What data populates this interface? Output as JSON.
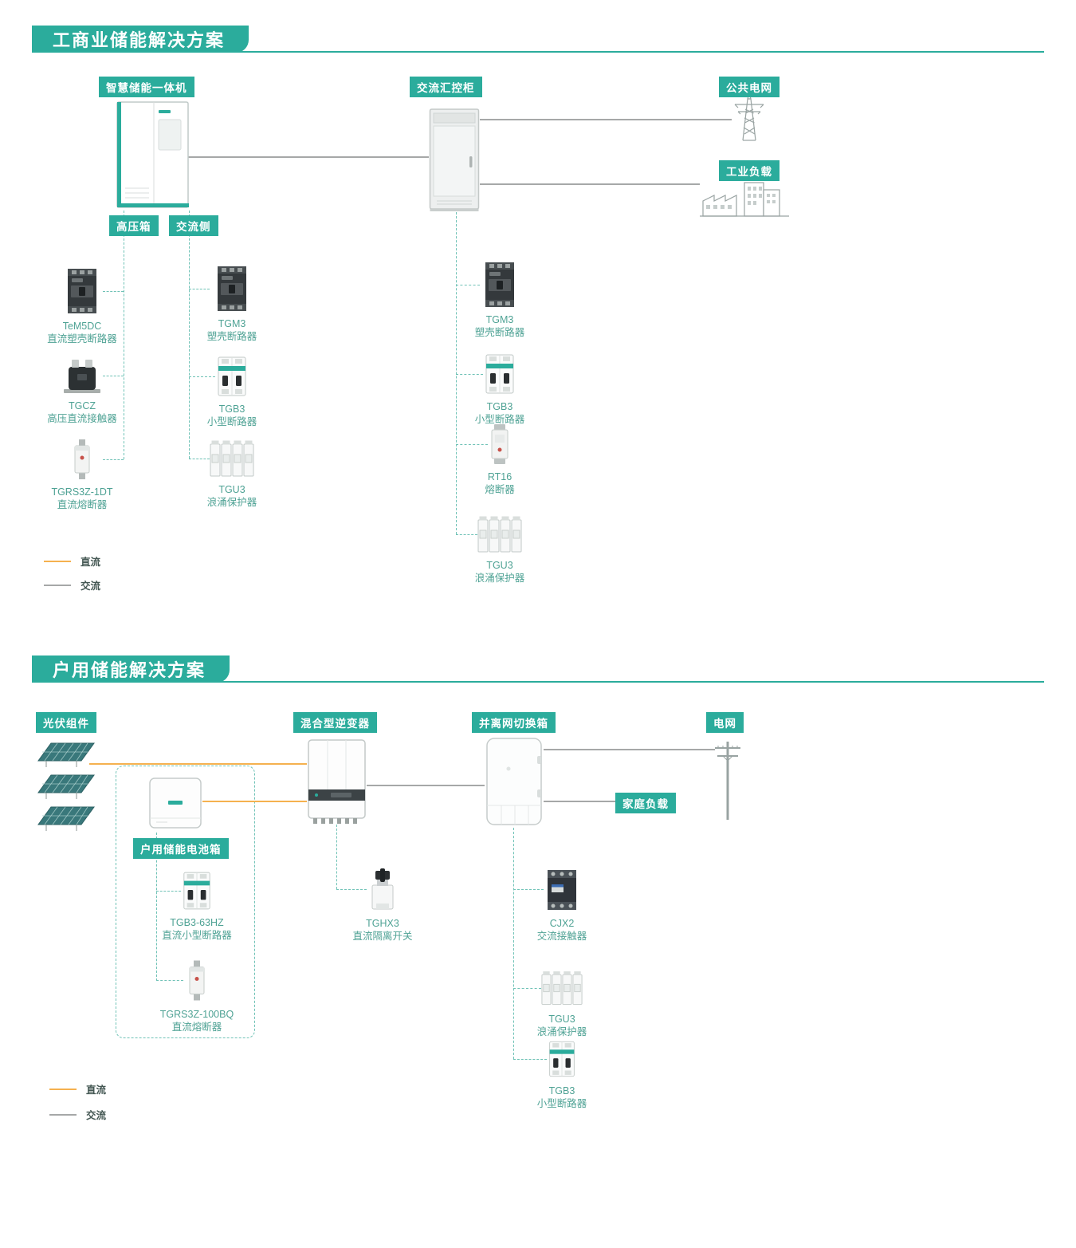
{
  "colors": {
    "teal": "#2BAC9C",
    "dc_line": "#F5B14F",
    "ac_line": "#A6A8A8",
    "product_text": "#4EA294"
  },
  "s1": {
    "title": "工商业储能解决方案",
    "chips": {
      "ess": "智慧储能一体机",
      "ac_cabinet": "交流汇控柜",
      "public_grid": "公共电网",
      "industry_load": "工业负载",
      "hv_box": "高压箱",
      "ac_side": "交流侧"
    },
    "hv_products": [
      {
        "name": "TeM5DC",
        "desc": "直流塑壳断路器"
      },
      {
        "name": "TGCZ",
        "desc": "高压直流接触器"
      },
      {
        "name": "TGRS3Z-1DT",
        "desc": "直流熔断器"
      }
    ],
    "acside_products": [
      {
        "name": "TGM3",
        "desc": "塑壳断路器"
      },
      {
        "name": "TGB3",
        "desc": "小型断路器"
      },
      {
        "name": "TGU3",
        "desc": "浪涌保护器"
      }
    ],
    "cabinet_products": [
      {
        "name": "TGM3",
        "desc": "塑壳断路器"
      },
      {
        "name": "TGB3",
        "desc": "小型断路器"
      },
      {
        "name": "RT16",
        "desc": "熔断器"
      },
      {
        "name": "TGU3",
        "desc": "浪涌保护器"
      }
    ],
    "legend": {
      "dc": "直流",
      "ac": "交流"
    }
  },
  "s2": {
    "title": "户用储能解决方案",
    "chips": {
      "pv": "光伏组件",
      "inverter": "混合型逆变器",
      "switch_box": "并离网切换箱",
      "grid": "电网",
      "home_load": "家庭负载",
      "battery_box": "户用储能电池箱"
    },
    "battery_products": [
      {
        "name": "TGB3-63HZ",
        "desc": "直流小型断路器"
      },
      {
        "name": "TGRS3Z-100BQ",
        "desc": "直流熔断器"
      }
    ],
    "inverter_products": [
      {
        "name": "TGHX3",
        "desc": "直流隔离开关"
      }
    ],
    "switch_products": [
      {
        "name": "CJX2",
        "desc": "交流接触器"
      },
      {
        "name": "TGU3",
        "desc": "浪涌保护器"
      },
      {
        "name": "TGB3",
        "desc": "小型断路器"
      }
    ],
    "legend": {
      "dc": "直流",
      "ac": "交流"
    }
  }
}
